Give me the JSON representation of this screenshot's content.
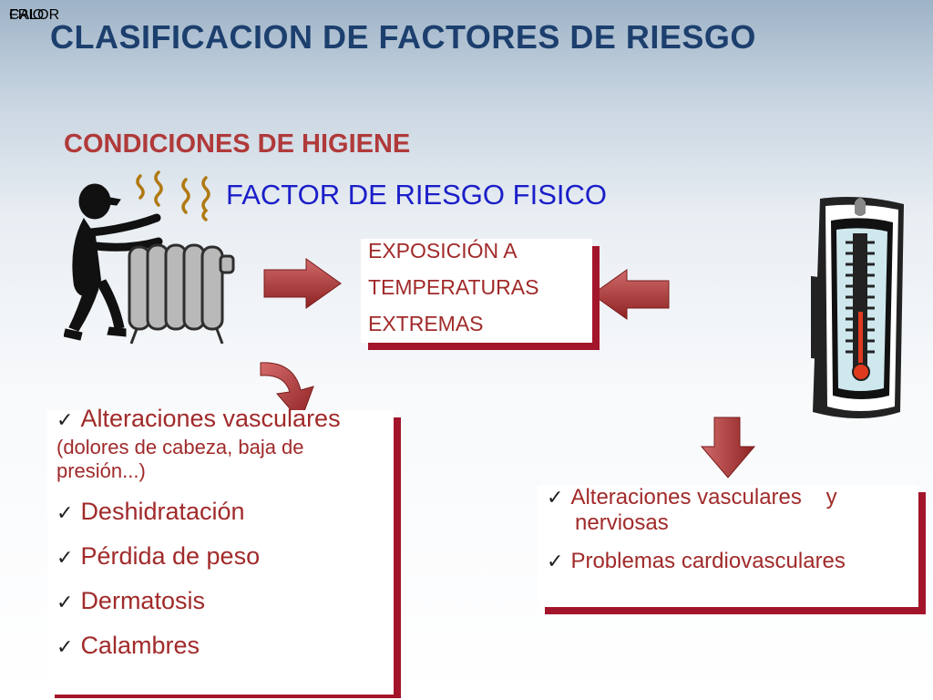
{
  "title": "CLASIFICACION DE FACTORES DE RIESGO",
  "subtitle": "CONDICIONES DE HIGIENE",
  "factor": "FACTOR DE RIESGO FISICO",
  "exposure": {
    "lines": [
      "EXPOSICIÓN A",
      "TEMPERATURAS",
      "EXTREMAS"
    ]
  },
  "calor": {
    "label": "CALOR",
    "items": [
      {
        "text": "Alteraciones vasculares",
        "detail_lines": [
          "(dolores de cabeza, baja de",
          "presión...)"
        ]
      },
      {
        "text": "Deshidratación"
      },
      {
        "text": "Pérdida de peso"
      },
      {
        "text": "Dermatosis"
      },
      {
        "text": "Calambres"
      }
    ]
  },
  "frio": {
    "label": "FRIO",
    "items": [
      {
        "lines": [
          "Alteraciones vasculares    y",
          "nerviosas"
        ]
      },
      {
        "lines": [
          "Problemas cardiovasculares"
        ]
      }
    ]
  },
  "check_glyph": "✓",
  "icons": [
    "person-heater-illustration",
    "thermometer-illustration",
    "arrow-right-icon",
    "arrow-left-icon",
    "curved-arrow-icon",
    "arrow-down-icon"
  ],
  "colors": {
    "title": "#1c3f6e",
    "subtitle": "#b03a3a",
    "factor": "#1a1ec8",
    "text_red": "#a12a2a",
    "box_shadow": "#a3152b",
    "tag_bg": "#8fcfd3"
  }
}
